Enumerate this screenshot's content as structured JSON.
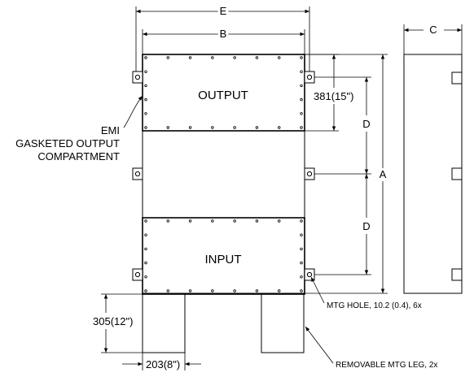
{
  "labels": {
    "dim_e": "E",
    "dim_b": "B",
    "dim_c": "C",
    "dim_d_upper": "D",
    "dim_d_lower": "D",
    "dim_a": "A",
    "output": "OUTPUT",
    "input": "INPUT",
    "dim_381": "381(15\")",
    "dim_305": "305(12\")",
    "dim_203": "203(8\")",
    "emi_line1": "EMI",
    "emi_line2": "GASKETED OUTPUT",
    "emi_line3": "COMPARTMENT",
    "mtg_hole": "MTG HOLE, 10.2 (0.4), 6x",
    "mtg_leg": "REMOVABLE MTG LEG, 2x"
  },
  "colors": {
    "line": "#000000",
    "fill": "#ffffff"
  }
}
